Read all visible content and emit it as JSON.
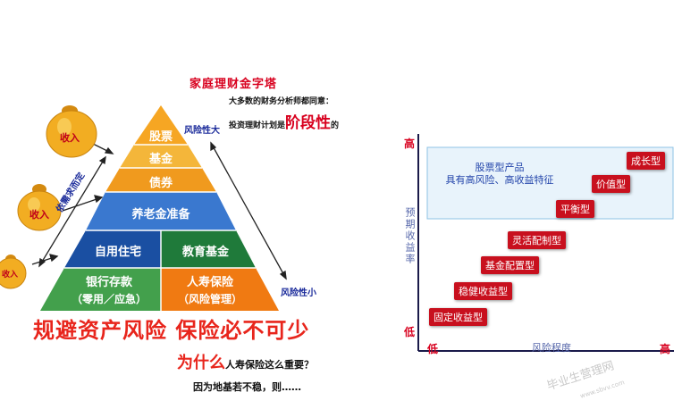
{
  "pyramid": {
    "title": "家庭理财金字塔",
    "subtitle_line1": "大多数的财务分析师都同意：",
    "subtitle_line2_prefix": "投资理财计划是",
    "subtitle_line2_emph": "阶段性",
    "subtitle_line2_suffix": "的",
    "risk_high": "风险性大",
    "risk_low": "风险性小",
    "dependency": "依需求而定",
    "income_label": "收入",
    "layers": {
      "stocks": "股票",
      "funds": "基金",
      "bonds": "债券",
      "pension": "养老金准备",
      "housing": "自用住宅",
      "education": "教育基金",
      "savings": "银行存款",
      "savings_sub": "（零用／应急）",
      "insurance": "人寿保险",
      "insurance_sub": "（风险管理）"
    },
    "colors": {
      "stocks": "#f6a623",
      "funds": "#f4b63a",
      "bonds": "#f09a1e",
      "pension": "#3a78cf",
      "housing": "#1a4fa2",
      "education": "#1f7a3a",
      "savings": "#43a04c",
      "insurance": "#f07a12"
    }
  },
  "slogan": "规避资产风险 保险必不可少",
  "why": {
    "emph": "为什么",
    "rest": "人寿保险这么重要？"
  },
  "because": "因为地基若不稳，则……",
  "risk_chart": {
    "y_axis_label": "预期收益率",
    "x_axis_label": "风险程度",
    "y_high": "高",
    "y_low": "低",
    "x_low": "低",
    "x_high": "高",
    "stock_area_text_1": "股票型产品",
    "stock_area_text_2": "具有高风险、高收益特征",
    "products": [
      {
        "name": "成长型",
        "risk": 9,
        "ret": 9
      },
      {
        "name": "价值型",
        "risk": 8,
        "ret": 8
      },
      {
        "name": "平衡型",
        "risk": 7,
        "ret": 7
      },
      {
        "name": "灵活配制型",
        "risk": 5,
        "ret": 6
      },
      {
        "name": "基金配置型",
        "risk": 4,
        "ret": 5
      },
      {
        "name": "稳健收益型",
        "risk": 3,
        "ret": 3
      },
      {
        "name": "固定收益型",
        "risk": 2,
        "ret": 2
      }
    ],
    "colors": {
      "product": "#c8101e",
      "area_fill": "#e8f3fb",
      "area_border": "#8ec3e4",
      "axis": "#1a1a4a"
    }
  },
  "watermark": {
    "line1": "毕业生营理网",
    "line2": "www.sbvv.com"
  }
}
